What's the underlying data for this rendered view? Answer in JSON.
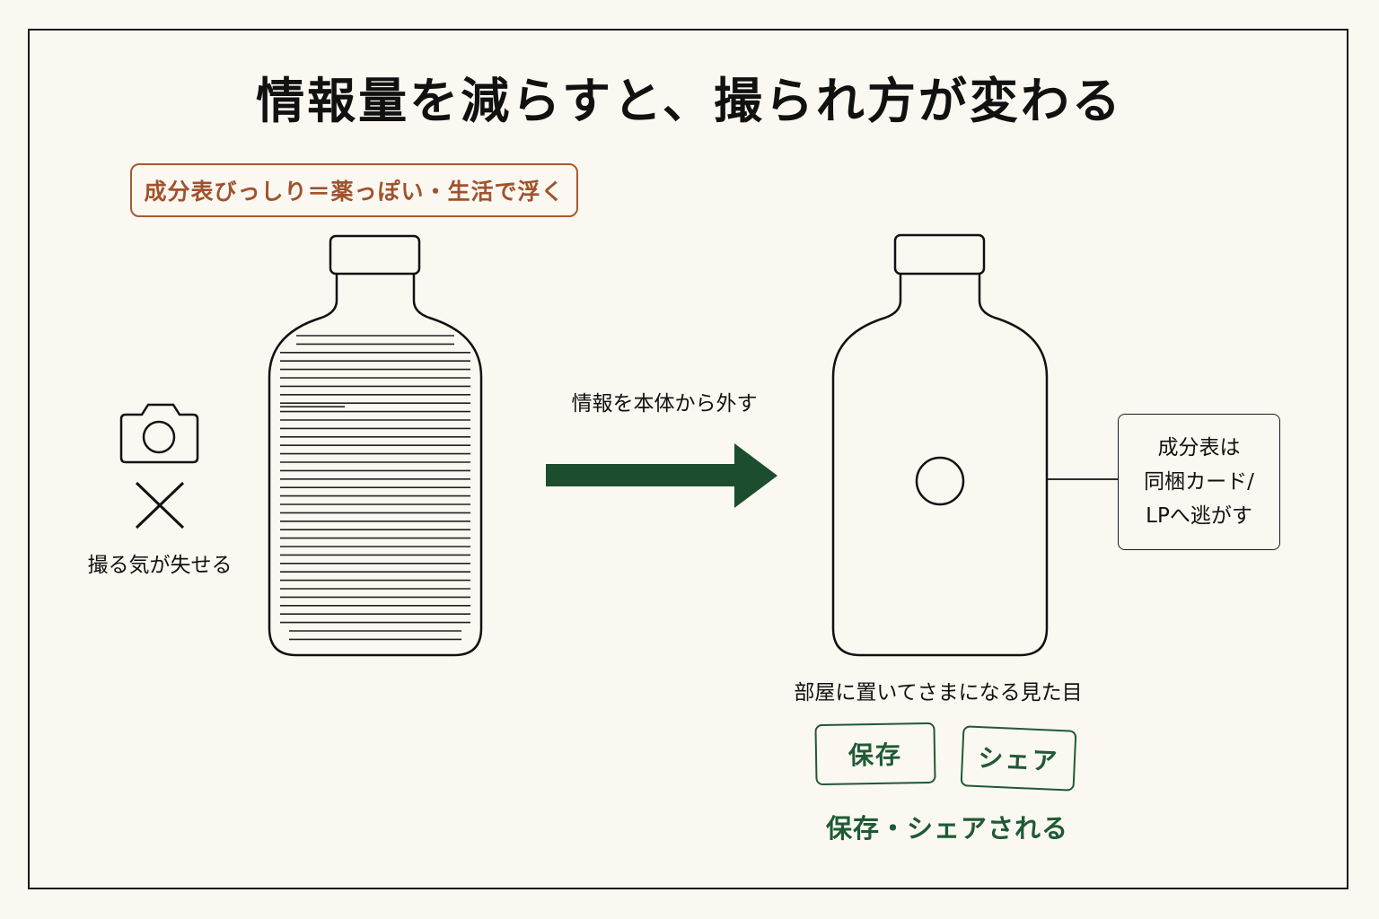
{
  "title": "情報量を減らすと、撮られ方が変わる",
  "left": {
    "warning": "成分表びっしり＝薬っぽい・生活で浮く",
    "camera_caption": "撮る気が失せる",
    "camera_icon": "camera-icon",
    "cross_icon": "cross-icon"
  },
  "arrow": {
    "label": "情報を本体から外す"
  },
  "right": {
    "note_lines": [
      "成分表は",
      "同梱カード/",
      "LPへ逃がす"
    ],
    "caption": "部屋に置いてさまになる見た目",
    "tags": [
      "保存",
      "シェア"
    ],
    "result": "保存・シェアされる"
  },
  "colors": {
    "background": "#fbf8f1",
    "accent_brown": "#a0522d",
    "accent_green": "#1f5a34"
  }
}
